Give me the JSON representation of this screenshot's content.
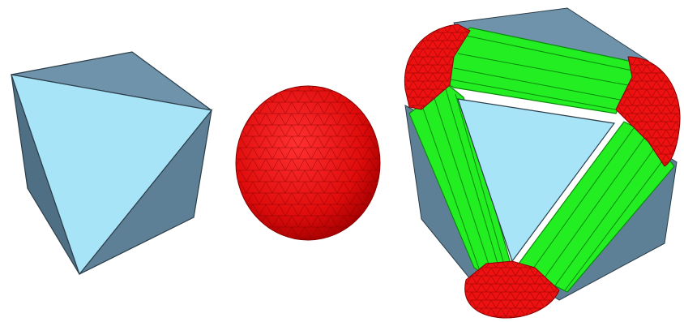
{
  "figure": {
    "description_free": true,
    "panels": [
      {
        "id": "tetrahedron",
        "shape": "tetrahedron"
      },
      {
        "id": "sphere",
        "shape": "sphere-mesh"
      },
      {
        "id": "rounded-tetrahedron",
        "shape": "minkowski-sum"
      }
    ],
    "colors": {
      "face_light": "#a8e4f7",
      "face_mid": "#6e93ab",
      "face_dark": "#4e6f84",
      "edge": "#2c3e4a",
      "sphere_red": "#ee1111",
      "sphere_dark": "#aa0000",
      "cyl_green": "#22ee22",
      "cyl_dark": "#0b8a0b"
    }
  }
}
